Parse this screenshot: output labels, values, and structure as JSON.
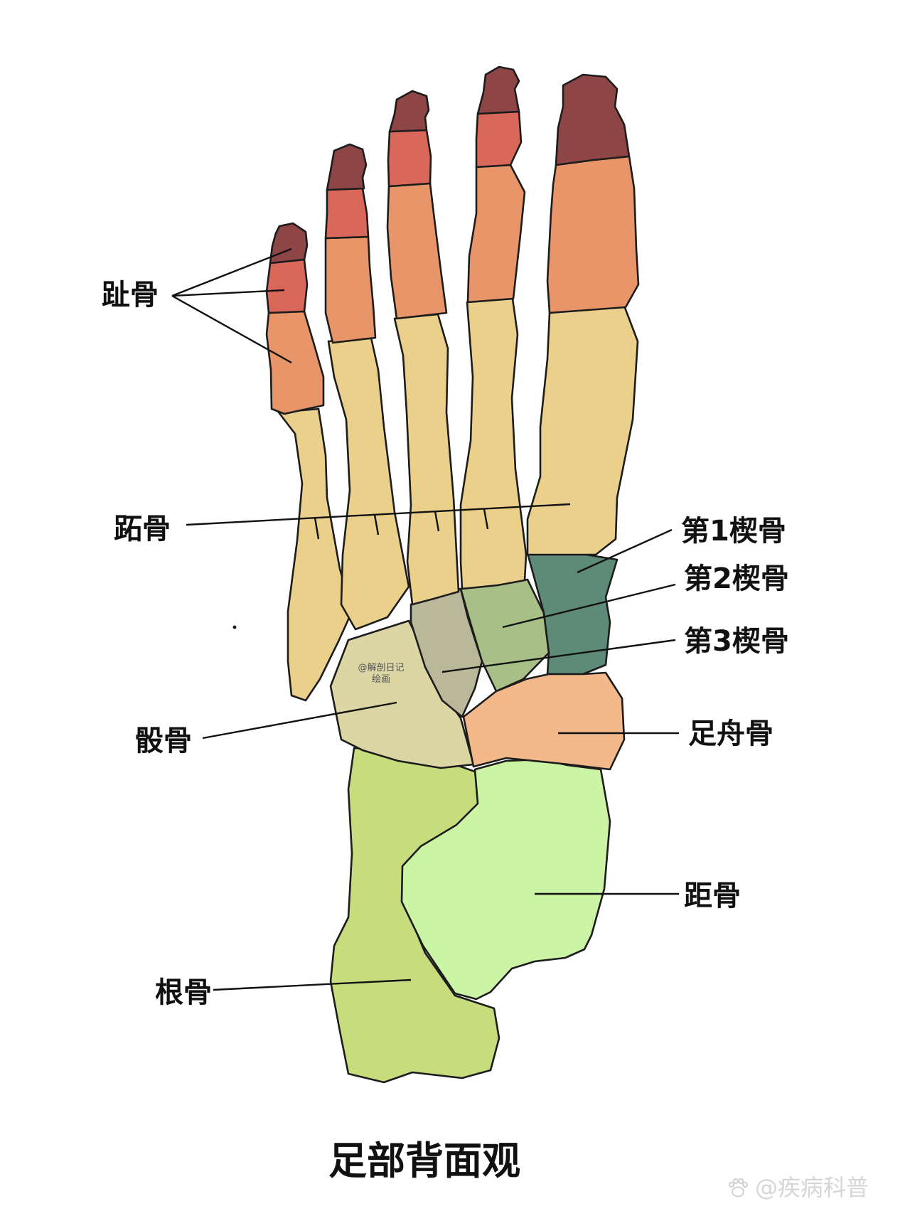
{
  "colors": {
    "distal_phalanx": "#8e4545",
    "middle_phalanx": "#d9685a",
    "proximal_phalanx": "#e8956a",
    "metatarsal": "#ead08a",
    "cuboid": "#dcd6a5",
    "lateral_cuneiform": "#b9b89a",
    "intermediate_cuneiform": "#a9bf88",
    "medial_cuneiform": "#5d8b78",
    "navicular": "#f3b98a",
    "talus": "#ccf4a5",
    "calcaneus": "#c7dc7d",
    "outline": "#1c1c1c"
  },
  "labels": {
    "phalanges": "趾骨",
    "metatarsals": "跖骨",
    "medial_cuneiform": "第1楔骨",
    "intermediate_cuneiform": "第2楔骨",
    "lateral_cuneiform": "第3楔骨",
    "cuboid": "骰骨",
    "navicular": "足舟骨",
    "talus": "距骨",
    "calcaneus": "根骨"
  },
  "title": "足部背面观",
  "watermark": {
    "line1": "@解剖日记",
    "line2": "绘画",
    "brand": "@疾病科普",
    "brand_icon": "paw-icon"
  }
}
